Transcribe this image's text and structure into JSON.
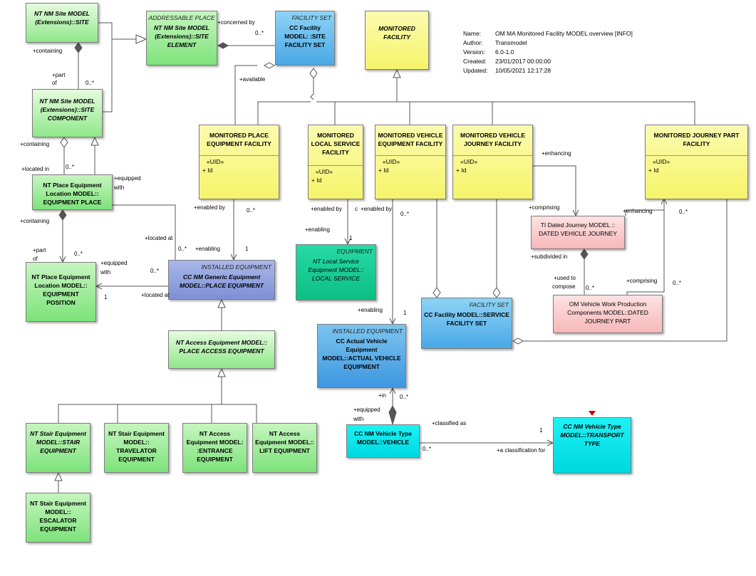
{
  "info": {
    "rows": [
      {
        "key": "Name:",
        "value": "OM MA Monitored Facility MODEL overview [INFO]"
      },
      {
        "key": "Author:",
        "value": "Transmodel"
      },
      {
        "key": "Version:",
        "value": "6.0-1.0"
      },
      {
        "key": "Created:",
        "value": "23/01/2017 00:00:00"
      },
      {
        "key": "Updated:",
        "value": "10/05/2021 12:17:28"
      }
    ]
  },
  "classes": {
    "site": {
      "name": "NT NM Site MODEL (Extensions)::SITE"
    },
    "addressable_place": {
      "stereotype": "ADDRESSABLE PLACE",
      "name": "NT NM Site MODEL (Extensions)::SITE ELEMENT"
    },
    "site_facility_set": {
      "stereotype": "FACILITY SET",
      "name": "CC Facility MODEL: :SITE FACILITY SET"
    },
    "monitored_facility": {
      "name": "MONITORED FACILITY"
    },
    "site_component": {
      "name": "NT NM Site MODEL (Extensions)::SITE COMPONENT"
    },
    "equipment_place": {
      "name": "NT Place Equipment Location MODEL:: EQUIPMENT PLACE"
    },
    "equipment_position": {
      "name": "NT Place Equipment Location MODEL:: EQUIPMENT POSITION"
    },
    "mon_place_equipment": {
      "name": "MONITORED PLACE EQUIPMENT FACILITY",
      "uid": "«UID»",
      "attr": "+ Id"
    },
    "mon_local_service": {
      "name": "MONITORED LOCAL SERVICE FACILITY",
      "uid": "«UID»",
      "attr": "+ Id"
    },
    "mon_vehicle_equipment": {
      "name": "MONITORED VEHICLE EQUIPMENT FACILITY",
      "uid": "«UID»",
      "attr": "+ Id"
    },
    "mon_vehicle_journey": {
      "name": "MONITORED VEHICLE JOURNEY FACILITY",
      "uid": "«UID»",
      "attr": "+ Id"
    },
    "mon_journey_part": {
      "name": "MONITORED JOURNEY PART FACILITY",
      "uid": "«UID»",
      "attr": "+ Id"
    },
    "local_service": {
      "stereotype": "EQUIPMENT",
      "name": "NT Local Service Equipment MODEL:: LOCAL SERVICE"
    },
    "place_equipment": {
      "stereotype": "INSTALLED EQUIPMENT",
      "name": "CC NM Generic Equipment MODEL::PLACE EQUIPMENT"
    },
    "dated_vehicle_journey": {
      "name": "TI Dated Journey MODEL :: DATED VEHICLE JOURNEY"
    },
    "dated_journey_part": {
      "name": "OM Vehicle Work Production Components MODEL::DATED JOURNEY PART"
    },
    "service_facility_set": {
      "stereotype": "FACILITY SET",
      "name": "CC Facility MODEL::SERVICE FACILITY SET"
    },
    "actual_vehicle_equipment": {
      "stereotype": "INSTALLED EQUIPMENT",
      "name": "CC Actual Vehicle Equipment MODEL::ACTUAL VEHICLE EQUIPMENT"
    },
    "place_access_equipment": {
      "name": "NT Access Equipment MODEL:: PLACE ACCESS EQUIPMENT"
    },
    "stair_equipment": {
      "name": "NT Stair Equipment MODEL::STAIR EQUIPMENT"
    },
    "travelator_equipment": {
      "name": "NT Stair Equipment MODEL:: TRAVELATOR EQUIPMENT"
    },
    "entrance_equipment": {
      "name": "NT Access Equipment MODEL: :ENTRANCE EQUIPMENT"
    },
    "lift_equipment": {
      "name": "NT Access Equipment MODEL:: LIFT EQUIPMENT"
    },
    "escalator_equipment": {
      "name": "NT Stair Equipment MODEL:: ESCALATOR EQUIPMENT"
    },
    "vehicle": {
      "name": "CC NM Vehicle Type MODEL::VEHICLE"
    },
    "transport_type": {
      "name": "CC NM Vehicle Type MODEL::TRANSPORT TYPE"
    }
  },
  "labels": {
    "concerned_by": "+concerned by",
    "mult_0n": "0..*",
    "mult_1": "1",
    "containing": "+containing",
    "part_of_1": "+part",
    "part_of_2": "of",
    "available": "+available",
    "located_in": "+located in",
    "equipped_with_1": "+equipped",
    "equipped_with_2": "with",
    "located_at": "+located at",
    "enabled_by": "+enabled by",
    "enabling": "+enabling",
    "enhancing": "+enhancing",
    "comprising": "+comprising",
    "subdivided_in": "+subdivided in",
    "used_to_compose_1": "+used to",
    "used_to_compose_2": "compose",
    "in": "+in",
    "classified_as": "+classified as",
    "a_classification_for": "+a classification for",
    "stray_c": "c"
  },
  "colors": {
    "line": "#555555",
    "arrow_marker": "#cc0000"
  }
}
